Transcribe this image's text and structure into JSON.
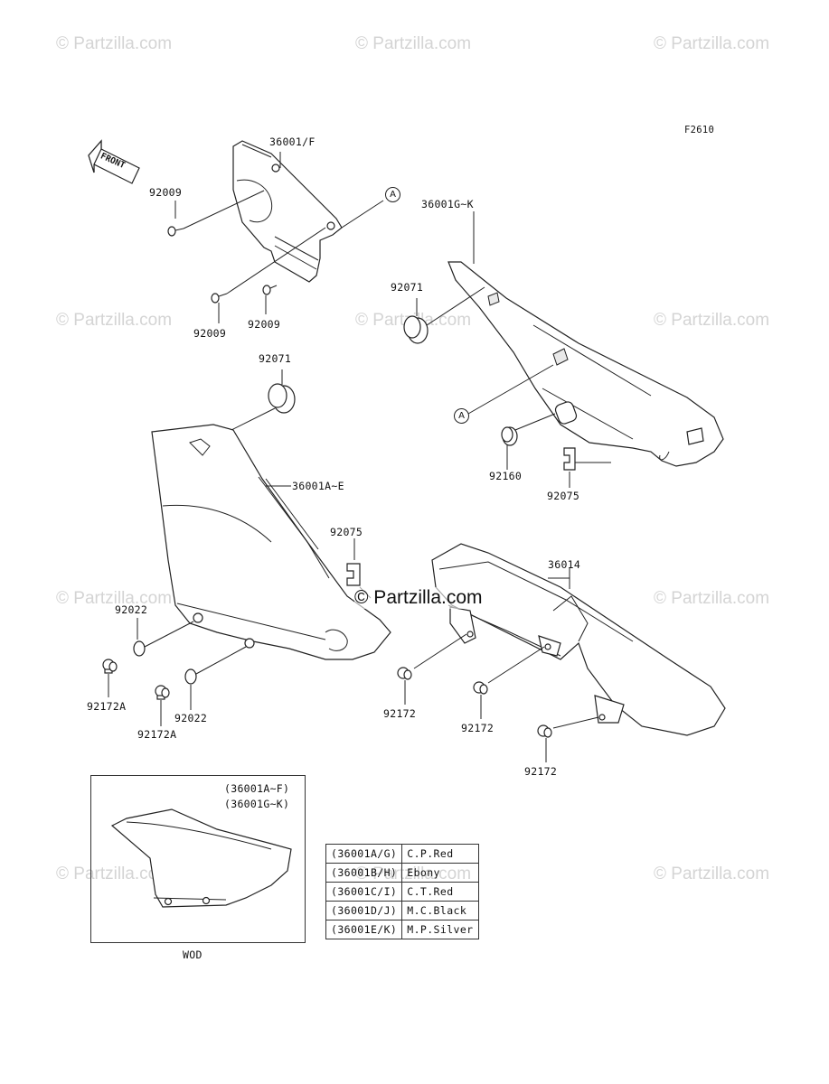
{
  "figure_id": "F2610",
  "front_label": "FRONT",
  "watermarks": [
    "© Partzilla.com"
  ],
  "center_watermark": "© Partzilla.com",
  "callout_letter": "A",
  "part_labels": {
    "p36001F": "36001/F",
    "p36001GK": "36001G~K",
    "p92009": "92009",
    "p92071": "92071",
    "p36001AE": "36001A~E",
    "p92075": "92075",
    "p92160": "92160",
    "p92022": "92022",
    "p92172A": "92172A",
    "p36014": "36014",
    "p92172": "92172"
  },
  "inset": {
    "label1": "(36001A~F)",
    "label2": "(36001G~K)",
    "caption": "WOD"
  },
  "color_table": [
    {
      "code": "(36001A/G)",
      "color": "C.P.Red"
    },
    {
      "code": "(36001B/H)",
      "color": "Ebony"
    },
    {
      "code": "(36001C/I)",
      "color": "C.T.Red"
    },
    {
      "code": "(36001D/J)",
      "color": "M.C.Black"
    },
    {
      "code": "(36001E/K)",
      "color": "M.P.Silver"
    }
  ]
}
